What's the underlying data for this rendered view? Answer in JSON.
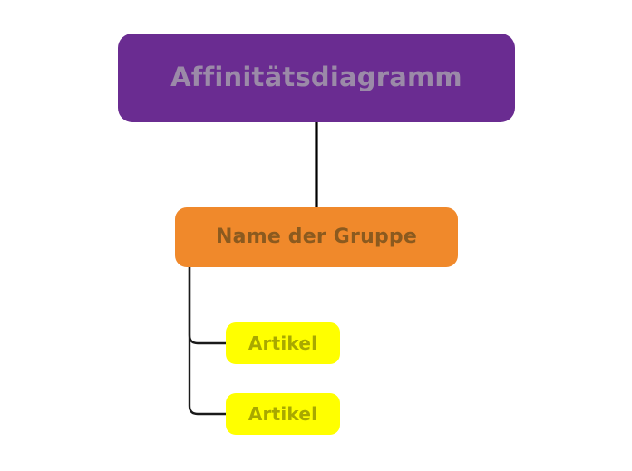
{
  "diagram": {
    "title": "Affinitätsdiagramm",
    "type": "tree",
    "background_color": "#ffffff",
    "nodes": {
      "root": {
        "label": "Affinitätsdiagramm",
        "shape": "rounded-rect",
        "fill_color": "#6a2c91",
        "text_color": "#9b8aa8"
      },
      "group": {
        "label": "Name der Gruppe",
        "shape": "rounded-rect",
        "fill_color": "#f0892b",
        "text_color": "#8b5a1f"
      },
      "items": [
        {
          "label": "Artikel",
          "shape": "rounded-rect",
          "fill_color": "#ffff00",
          "text_color": "#a8a800"
        },
        {
          "label": "Artikel",
          "shape": "rounded-rect",
          "fill_color": "#ffff00",
          "text_color": "#a8a800"
        }
      ]
    },
    "edges": {
      "stroke_color": "#000000",
      "connections": [
        {
          "from": "root",
          "to": "group",
          "style": "straight"
        },
        {
          "from": "group",
          "to": "item-0",
          "style": "elbow"
        },
        {
          "from": "group",
          "to": "item-1",
          "style": "elbow"
        }
      ]
    }
  }
}
